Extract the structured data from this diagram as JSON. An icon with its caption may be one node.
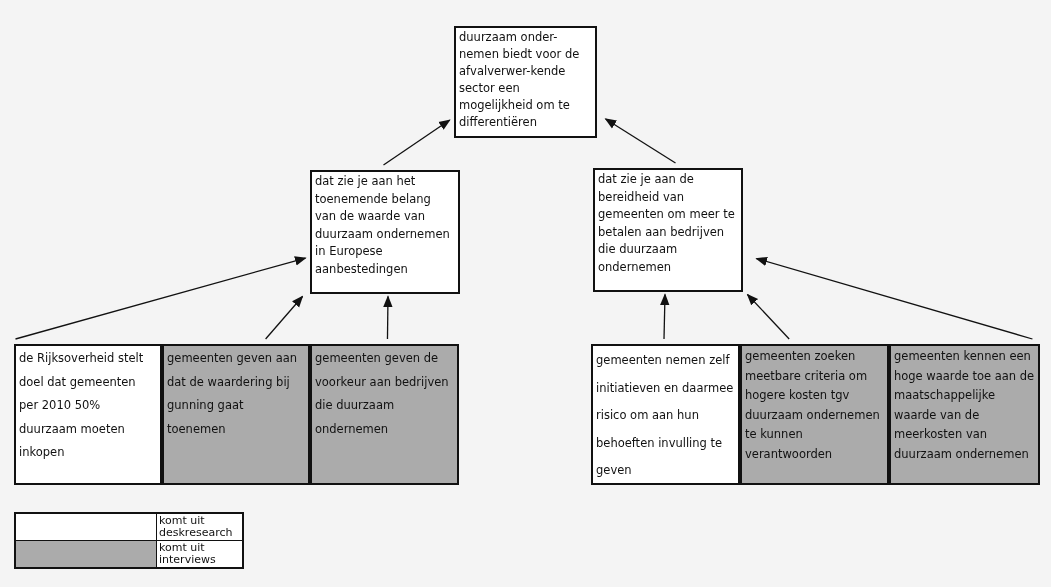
{
  "diagram": {
    "nodes": [
      {
        "text": [
          "duurzaam onder-nemen biedt voor de afvalverwer-kende sector een mogelijkheid om te differentiëren"
        ]
      },
      {
        "text": [
          "dat zie je aan het toenemende belang van de waarde van duurzaam ondernemen in Europese aanbestedingen"
        ]
      },
      {
        "text": [
          "dat zie je aan de bereidheid van gemeenten om meer te betalen aan bedrijven die duurzaam ondernemen"
        ]
      },
      {
        "text": [
          "de Rijksoverheid stelt doel dat gemeenten per 2010 50% duurzaam moeten inkopen"
        ]
      },
      {
        "text": [
          "gemeenten geven aan dat de waardering bij gunning gaat toenemen"
        ]
      },
      {
        "text": [
          "gemeenten geven de voorkeur aan bedrijven die duurzaam ondernemen"
        ]
      },
      {
        "text": [
          "gemeenten nemen zelf initiatieven en daarmee risico om aan hun behoeften invulling te geven"
        ]
      },
      {
        "text": [
          "gemeenten zoeken meetbare criteria om hogere kosten tgv duurzaam ondernemen te kunnen verantwoorden"
        ]
      },
      {
        "text": [
          "gemeenten kennen een hoge waarde toe aan de maatschappelijke waarde van de meerkosten van duurzaam ondernemen"
        ]
      }
    ],
    "edges": [
      {
        "from": 1,
        "to": 0,
        "arrow": "to"
      },
      {
        "from": 2,
        "to": 0,
        "arrow": "to"
      },
      {
        "from": 3,
        "to": 1,
        "arrow": "to"
      },
      {
        "from": 4,
        "to": 1,
        "arrow": "to"
      },
      {
        "from": 5,
        "to": 1,
        "arrow": "to"
      },
      {
        "from": 6,
        "to": 2,
        "arrow": "to"
      },
      {
        "from": 7,
        "to": 2,
        "arrow": "to"
      },
      {
        "from": 8,
        "to": 2,
        "arrow": "to"
      }
    ],
    "legend": [
      {
        "text": "komt uit deskresearch",
        "color": "#ffffff"
      },
      {
        "text": "komt uit interviews",
        "color": "#ababab"
      }
    ]
  }
}
